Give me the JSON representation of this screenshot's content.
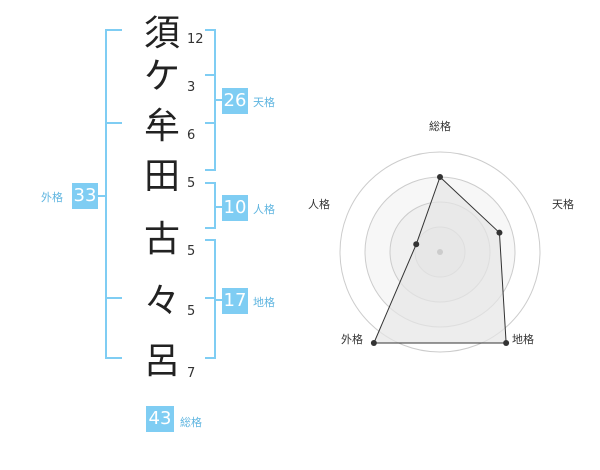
{
  "name_chars": [
    "須",
    "ケ",
    "牟",
    "田",
    "古",
    "々",
    "呂"
  ],
  "stroke_counts": [
    "12",
    "3",
    "6",
    "5",
    "5",
    "5",
    "7"
  ],
  "fortunes": {
    "tenkaku": {
      "value": "26",
      "label": "天格"
    },
    "jinkaku": {
      "value": "10",
      "label": "人格"
    },
    "chikaku": {
      "value": "17",
      "label": "地格"
    },
    "gaikaku": {
      "value": "33",
      "label": "外格"
    },
    "soukaku": {
      "value": "43",
      "label": "総格"
    }
  },
  "colors": {
    "accent": "#7fcdf3",
    "bracket": "#7fcdf3",
    "radar_fill": "#efefef",
    "radar_ring": "#cccccc"
  },
  "chart_data": {
    "type": "radar",
    "axes": [
      "総格",
      "天格",
      "地格",
      "外格",
      "人格"
    ],
    "values": [
      3,
      2.5,
      4.5,
      4.5,
      1
    ]
  }
}
